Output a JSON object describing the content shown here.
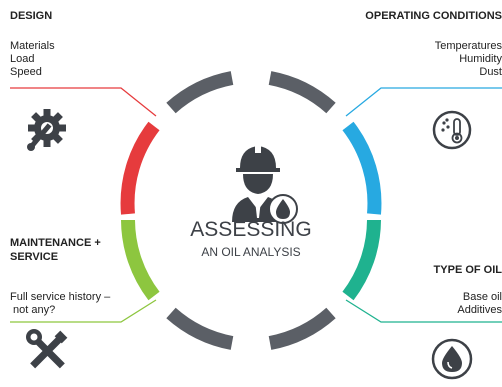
{
  "center": {
    "title": "ASSESSING",
    "subtitle": "AN OIL ANALYSIS"
  },
  "design": {
    "title": "DESIGN",
    "items": [
      "Materials",
      "Load",
      "Speed"
    ],
    "icon": "gear-wrench-icon",
    "color": "#e63b3d"
  },
  "operating": {
    "title": "OPERATING CONDITIONS",
    "items": [
      "Temperatures",
      "Humidity",
      "Dust"
    ],
    "icon": "thermometer-icon",
    "color": "#27a9e1"
  },
  "maintenance": {
    "title_line1": "MAINTENANCE +",
    "title_line2": "SERVICE",
    "items": [
      "Full service history –",
      " not any?"
    ],
    "icon": "tools-icon",
    "color": "#8dc63f"
  },
  "oil_type": {
    "title": "TYPE OF OIL",
    "items": [
      "Base oil",
      "Additives"
    ],
    "icon": "oil-drop-icon",
    "color": "#1fb28f"
  },
  "colors": {
    "ring_gray": "#5b5f66",
    "dark": "#3d4147"
  }
}
